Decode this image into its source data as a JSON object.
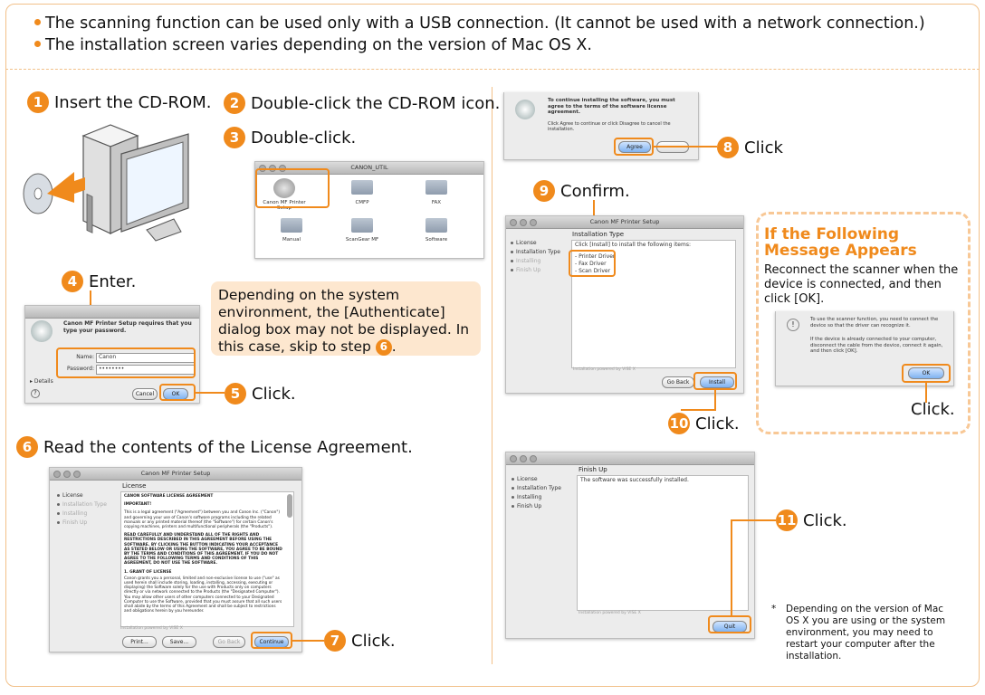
{
  "notes": [
    "The scanning function can be used only with a USB connection. (It cannot be used with a network connection.)",
    "The installation screen varies depending on the version of Mac OS X."
  ],
  "steps": {
    "s1": {
      "num": "1",
      "text": "Insert the CD-ROM."
    },
    "s2": {
      "num": "2",
      "text": "Double-click the CD-ROM icon."
    },
    "s3": {
      "num": "3",
      "text": "Double-click."
    },
    "s4": {
      "num": "4",
      "text": "Enter."
    },
    "s5": {
      "num": "5",
      "text": "Click."
    },
    "s6": {
      "num": "6",
      "text": "Read the contents of the License Agreement."
    },
    "s7": {
      "num": "7",
      "text": "Click."
    },
    "s8": {
      "num": "8",
      "text": "Click"
    },
    "s9": {
      "num": "9",
      "text": "Confirm."
    },
    "s10": {
      "num": "10",
      "text": "Click."
    },
    "s11": {
      "num": "11",
      "text": "Click."
    }
  },
  "info_box": {
    "text": "Depending on the system environment, the [Authenticate] dialog box may not be displayed. In this case, skip to step",
    "step_ref": "6",
    "suffix": "."
  },
  "finder": {
    "title": "CANON_UTIL",
    "items": [
      "Canon MF Printer Setup",
      "CMFP",
      "FAX",
      "Manual",
      "ScanGear MF",
      "Software"
    ]
  },
  "auth": {
    "message": "Canon MF Printer Setup requires that you type your password.",
    "name_label": "Name:",
    "name_value": "Canon",
    "password_label": "Password:",
    "password_value": "••••••••",
    "details": "Details",
    "cancel": "Cancel",
    "ok": "OK"
  },
  "license_win": {
    "title": "Canon MF Printer Setup",
    "heading": "License",
    "sidebar": [
      "License",
      "Installation Type",
      "Installing",
      "Finish Up"
    ],
    "text_title": "CANON SOFTWARE LICENSE AGREEMENT",
    "important": "IMPORTANT!",
    "para1": "This is a legal agreement (\"Agreement\") between you and Canon Inc. (\"Canon\") and governing your use of Canon's software programs including the related manuals or any printed material thereof (the \"Software\") for certain Canon's copying machines, printers and multifunctional peripherals (the \"Products\").",
    "para2": "READ CAREFULLY AND UNDERSTAND ALL OF THE RIGHTS AND RESTRICTIONS DESCRIBED IN THIS AGREEMENT BEFORE USING THE SOFTWARE. BY CLICKING THE BUTTON INDICATING YOUR ACCEPTANCE AS STATED BELOW OR USING THE SOFTWARE, YOU AGREE TO BE BOUND BY THE TERMS AND CONDITIONS OF THIS AGREEMENT. IF YOU DO NOT AGREE TO THE FOLLOWING TERMS AND CONDITIONS OF THIS AGREEMENT, DO NOT USE THE SOFTWARE.",
    "grant": "1. GRANT OF LICENSE",
    "para3": "Canon grants you a personal, limited and non-exclusive license to use (\"use\" as used herein shall include storing, loading, installing, accessing, executing or displaying) the Software solely for the use with Products only on computers directly or via network connected to the Products (the \"Designated Computer\"). You may allow other users of other computers connected to your Designated Computer to use the Software, provided that you must assure that all such users shall abide by the terms of this Agreement and shall be subject to restrictions and obligations herein by you hereunder.",
    "powered": "Installation powered by VISE X",
    "print": "Print...",
    "save": "Save...",
    "goback": "Go Back",
    "continue": "Continue"
  },
  "agree_dialog": {
    "bold": "To continue installing the software, you must agree to the terms of the software license agreement.",
    "text": "Click Agree to continue or click Disagree to cancel the installation.",
    "agree": "Agree"
  },
  "install_win": {
    "title": "Canon MF Printer Setup",
    "heading": "Installation Type",
    "sidebar": [
      "License",
      "Installation Type",
      "Installing",
      "Finish Up"
    ],
    "instruction": "Click [Install] to install the following items:",
    "items": [
      "- Printer Driver",
      "- Fax Driver",
      "- Scan Driver"
    ],
    "powered": "Installation powered by VISE X",
    "goback": "Go Back",
    "install": "Install"
  },
  "finish_win": {
    "heading": "Finish Up",
    "sidebar": [
      "License",
      "Installation Type",
      "Installing",
      "Finish Up"
    ],
    "message": "The software was successfully installed.",
    "powered": "Installation powered by VISE X",
    "quit": "Quit"
  },
  "message_box": {
    "title": "If the Following Message Appears",
    "body": "Reconnect the scanner when the device is connected, and then click [OK].",
    "dialog_line1": "To use the scanner function, you need to connect the device so that the driver can recognize it.",
    "dialog_line2": "If the device is already connected to your computer, disconnect the cable from the device, connect it again, and then click [OK].",
    "ok": "OK",
    "click": "Click."
  },
  "footnote": {
    "star": "*",
    "text": "Depending on the version of Mac OS X you are using or the system environment, you may need to restart your computer after the installation."
  },
  "colors": {
    "accent": "#f08a1c",
    "frame": "#f2c089",
    "info_bg": "#fde7cf"
  }
}
